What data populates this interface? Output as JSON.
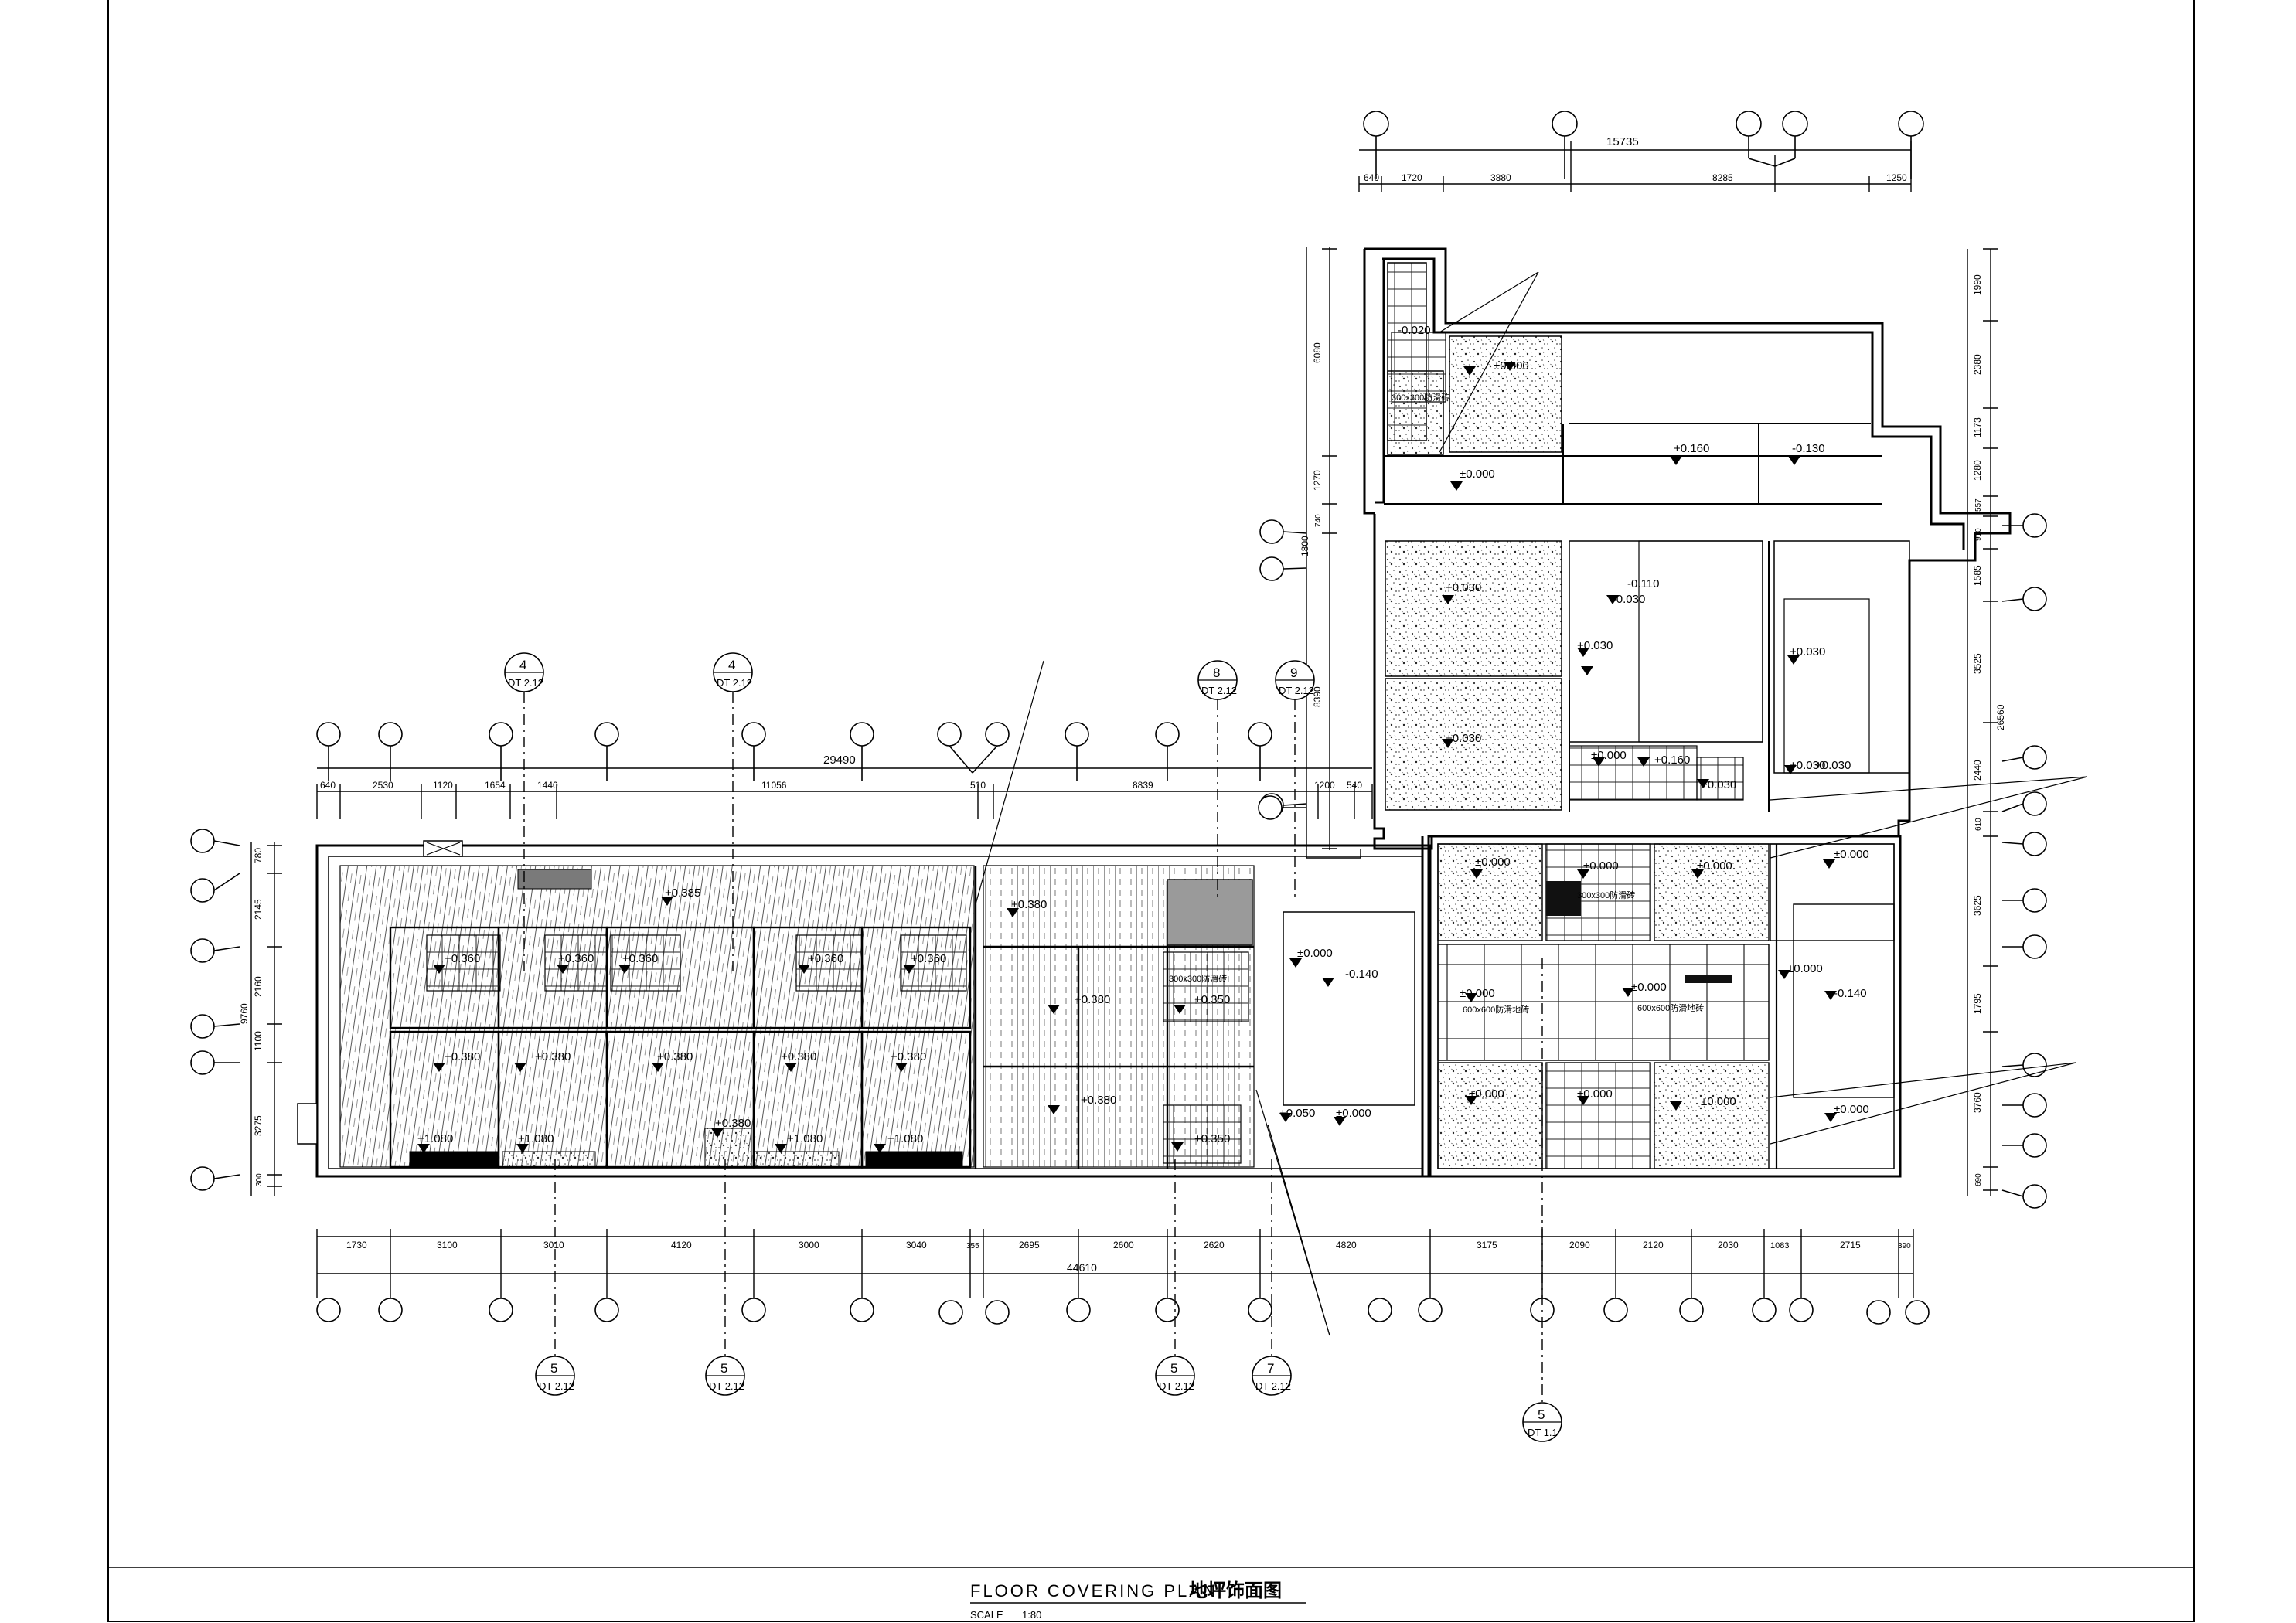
{
  "title_block": {
    "title_en": "FLOOR COVERING PLAN",
    "title_cn": "地坪饰面图",
    "scale_label": "SCALE",
    "scale_value": "1:80"
  },
  "dimensions": {
    "top_right_total": "15735",
    "top_right": [
      "640",
      "1720",
      "3880",
      "8285",
      "1250"
    ],
    "top_left_total": "29490",
    "top_left": [
      "640",
      "2530",
      "1120",
      "1654",
      "1440",
      "11056",
      "510",
      "8839",
      "1200",
      "540"
    ],
    "bottom_total": "44610",
    "bottom": [
      "1730",
      "3100",
      "3010",
      "4120",
      "3000",
      "3040",
      "355",
      "2695",
      "2600",
      "2620",
      "4820",
      "3175",
      "2090",
      "2120",
      "2030",
      "1083",
      "2715",
      "390"
    ],
    "left": [
      "780",
      "2145",
      "2160",
      "1100",
      "3275",
      "300"
    ],
    "left_total": "9760",
    "right_total": "26560",
    "right": [
      "1990",
      "2380",
      "1173",
      "1280",
      "557",
      "910",
      "1585",
      "3525",
      "2440",
      "610",
      "3625",
      "1795",
      "3760",
      "690"
    ],
    "mid_vertical": [
      "6080",
      "1270",
      "740",
      "1800",
      "8390"
    ]
  },
  "section_markers": [
    {
      "num": "4",
      "sheet": "DT 2.12"
    },
    {
      "num": "4",
      "sheet": "DT 2.12"
    },
    {
      "num": "8",
      "sheet": "DT 2.12"
    },
    {
      "num": "9",
      "sheet": "DT 2.12"
    },
    {
      "num": "5",
      "sheet": "DT 2.12"
    },
    {
      "num": "5",
      "sheet": "DT 2.12"
    },
    {
      "num": "5",
      "sheet": "DT 2.12"
    },
    {
      "num": "7",
      "sheet": "DT 2.12"
    },
    {
      "num": "5",
      "sheet": "DT 1.1"
    }
  ],
  "levels": {
    "l1": "±0.000",
    "l2": "+0.160",
    "l3": "-0.130",
    "l4": "±0.000",
    "l5": "+0.030",
    "l6": "-0.110",
    "l7": "+0.030",
    "l8": "+0.030",
    "l9": "+0.030",
    "l10": "+0.030",
    "l11": "+0.030",
    "l12": "±0.000",
    "l13": "+0.160",
    "l14": "+0.030",
    "l15": "-0.020",
    "l16": "+0.380",
    "l17": "+0.380",
    "l18": "+0.380",
    "l19": "-0.140",
    "l20": "±0.000",
    "l21": "±0.000",
    "l22": "±0.000",
    "l23": "±0.000",
    "l24": "±0.000",
    "l25": "-0.140",
    "l26": "±0.000",
    "l27": "±0.000",
    "l28": "±0.000",
    "l29": "+0.380",
    "l30": "+0.380",
    "l31": "+0.380",
    "l32": "+0.380",
    "l33": "+0.380",
    "l34": "+0.360",
    "l35": "+0.360",
    "l36": "+0.380",
    "l37": "+0.360",
    "l38": "+0.360",
    "l39": "+1.080",
    "l40": "+1.080",
    "l41": "+1.080",
    "l42": "+1.080",
    "l43": "+0.050",
    "l44": "±0.000",
    "l45": "+0.350",
    "l46": "+0.350",
    "l47": "±0.000",
    "l48": "±0.000",
    "l49": "+0.360",
    "l50": "+0.385",
    "l51": "+0.030"
  },
  "notes": {
    "n1": "300x300防滑砖",
    "n2": "600x600防滑地砖",
    "n3": "600x600防滑地砖",
    "n4": "300x300防滑砖",
    "n5": "300x300防滑砖"
  }
}
